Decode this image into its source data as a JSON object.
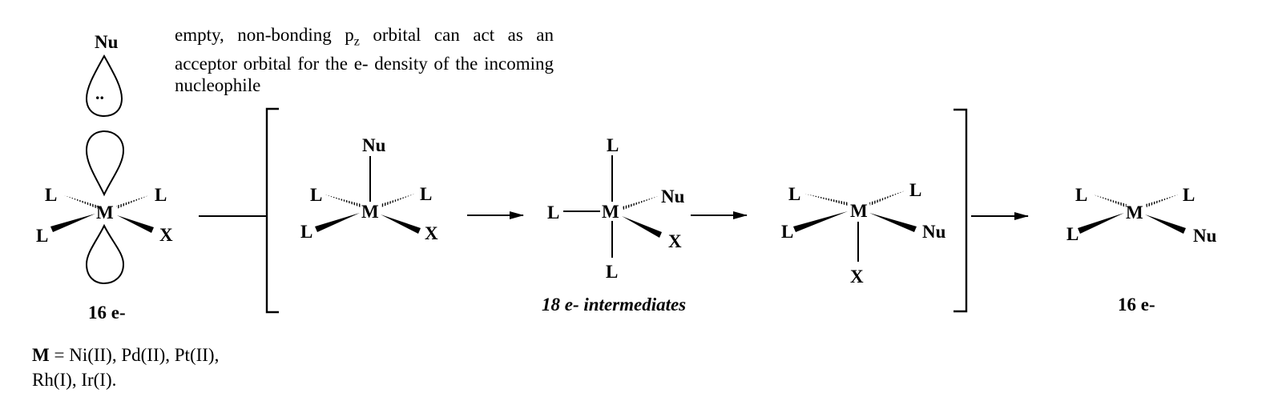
{
  "atoms": {
    "metal": "M",
    "ligand": "L",
    "nucleophile": "Nu",
    "leaving_group": "X",
    "lone_pair": ".."
  },
  "annotation": {
    "line1_pre": "empty, non-bonding p",
    "line1_sub": "z",
    "line1_post": " orbital can act as an acceptor orbital for the e- density of the incoming nucleophile"
  },
  "labels": {
    "start_electrons": "16 e-",
    "intermediates": "18 e- intermediates",
    "end_electrons": "16 e-"
  },
  "metals": {
    "symbol": "M",
    "equals": " = ",
    "list": "Ni(II), Pd(II), Pt(II), Rh(I), Ir(I)."
  }
}
